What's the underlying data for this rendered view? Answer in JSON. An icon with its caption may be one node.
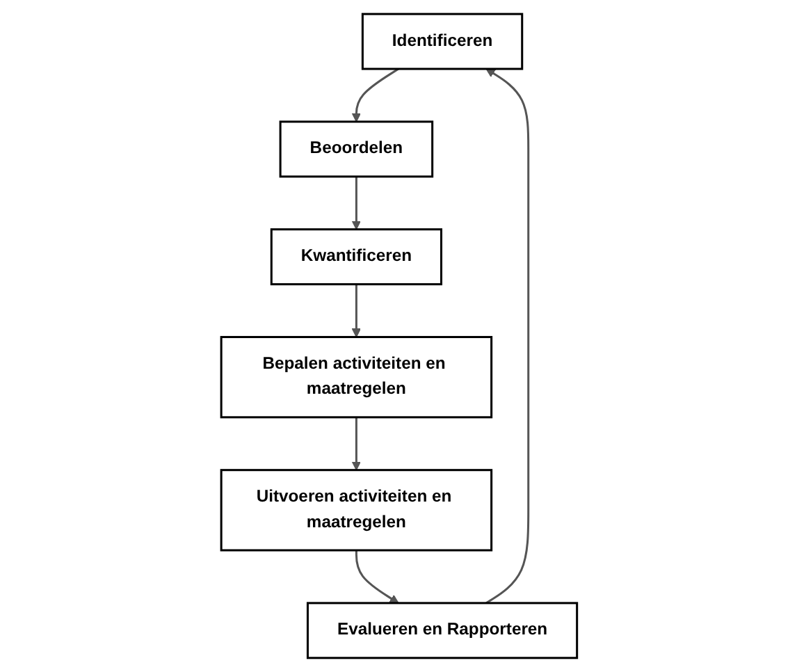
{
  "diagram": {
    "nodes": [
      {
        "text": [
          "Identificeren"
        ]
      },
      {
        "text": [
          "Beoordelen"
        ]
      },
      {
        "text": [
          "Kwantificeren"
        ]
      },
      {
        "text": [
          "Bepalen activiteiten en maatregelen"
        ]
      },
      {
        "text": [
          "Uitvoeren activiteiten en maatregelen"
        ]
      },
      {
        "text": [
          "Evalueren en Rapporteren"
        ]
      }
    ],
    "edges": [
      {
        "from": 0,
        "to": 1,
        "arrow": "to"
      },
      {
        "from": 1,
        "to": 2,
        "arrow": "to"
      },
      {
        "from": 2,
        "to": 3,
        "arrow": "to"
      },
      {
        "from": 3,
        "to": 4,
        "arrow": "to"
      },
      {
        "from": 4,
        "to": 5,
        "arrow": "to"
      },
      {
        "from": 5,
        "to": 0,
        "arrow": "to"
      }
    ]
  }
}
